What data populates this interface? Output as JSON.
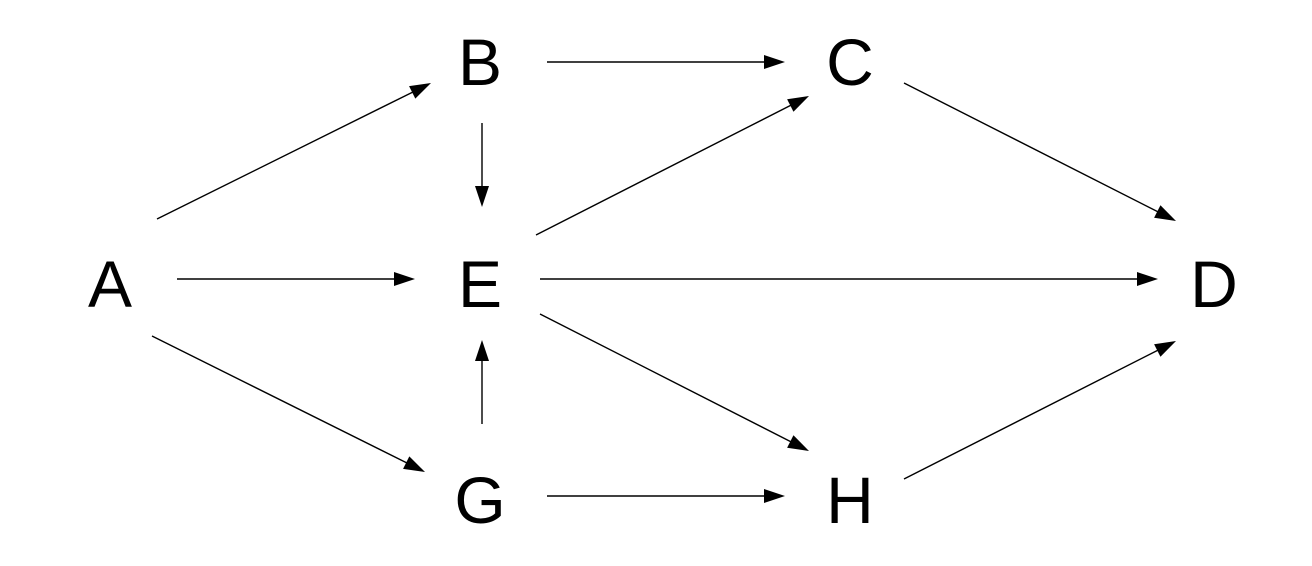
{
  "diagram": {
    "type": "directed-graph",
    "nodes": [
      {
        "id": "A",
        "label": "A"
      },
      {
        "id": "B",
        "label": "B"
      },
      {
        "id": "C",
        "label": "C"
      },
      {
        "id": "D",
        "label": "D"
      },
      {
        "id": "E",
        "label": "E"
      },
      {
        "id": "G",
        "label": "G"
      },
      {
        "id": "H",
        "label": "H"
      }
    ],
    "edges": [
      {
        "from": "A",
        "to": "B"
      },
      {
        "from": "A",
        "to": "E"
      },
      {
        "from": "A",
        "to": "G"
      },
      {
        "from": "B",
        "to": "C"
      },
      {
        "from": "B",
        "to": "E"
      },
      {
        "from": "E",
        "to": "C"
      },
      {
        "from": "E",
        "to": "D"
      },
      {
        "from": "E",
        "to": "H"
      },
      {
        "from": "G",
        "to": "E"
      },
      {
        "from": "G",
        "to": "H"
      },
      {
        "from": "C",
        "to": "D"
      },
      {
        "from": "H",
        "to": "D"
      }
    ],
    "colors": {
      "line": "#000000",
      "text": "#000000",
      "background": "#ffffff"
    }
  }
}
